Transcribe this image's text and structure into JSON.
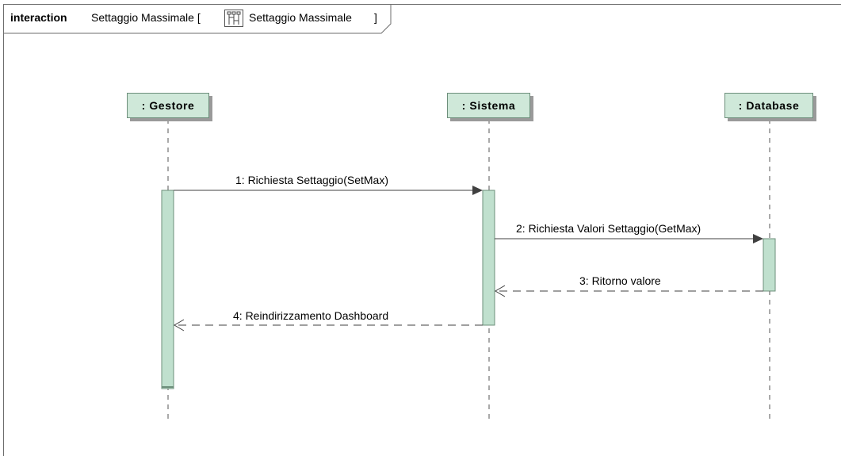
{
  "frame": {
    "keyword": "interaction",
    "name": "Settaggio Massimale [",
    "ref_name": "Settaggio Massimale",
    "bracket_close": "]"
  },
  "lifelines": [
    {
      "id": "gestore",
      "label": ": Gestore"
    },
    {
      "id": "sistema",
      "label": ": Sistema"
    },
    {
      "id": "database",
      "label": ": Database"
    }
  ],
  "messages": [
    {
      "label": "1: Richiesta Settaggio(SetMax)",
      "kind": "synchronous",
      "from": "gestore",
      "to": "sistema"
    },
    {
      "label": "2: Richiesta Valori Settaggio(GetMax)",
      "kind": "synchronous",
      "from": "sistema",
      "to": "database"
    },
    {
      "label": "3: Ritorno valore",
      "kind": "reply",
      "from": "database",
      "to": "sistema"
    },
    {
      "label": "4: Reindirizzamento Dashboard",
      "kind": "reply",
      "from": "sistema",
      "to": "gestore"
    }
  ],
  "colors": {
    "lifeline_fill": "#cfe8d9",
    "lifeline_border": "#6d8f7b",
    "activation_fill": "#c0e0ce",
    "line": "#404040",
    "frame": "#6d6d6d"
  }
}
